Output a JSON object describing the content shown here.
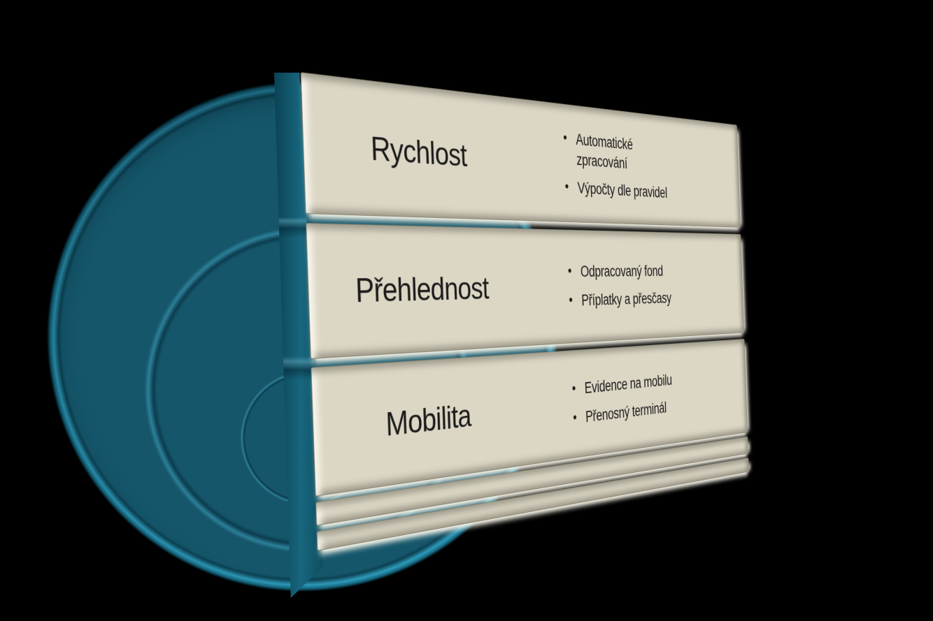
{
  "diagram": {
    "type": "stacked-list-with-circles",
    "colors": {
      "background": "#000000",
      "circle_fill": "#15566a",
      "circle_rim_light": "#2e9ab9",
      "circle_shadow": "#0c4253",
      "panel_fill": "#dcd6c4",
      "panel_edge_light": "#fdfbf0",
      "panel_edge_dark": "#6e6a58",
      "text": "#1a1a1a"
    },
    "bullet_char": "•",
    "rows": [
      {
        "title": "Rychlost",
        "bullets": [
          "Automatické zpracování",
          "Výpočty dle pravidel"
        ]
      },
      {
        "title": "Přehlednost",
        "bullets": [
          "Odpracovaný fond",
          "Příplatky a přesčasy"
        ]
      },
      {
        "title": "Mobilita",
        "bullets": [
          "Evidence na mobilu",
          "Přenosný terminál"
        ]
      }
    ]
  }
}
